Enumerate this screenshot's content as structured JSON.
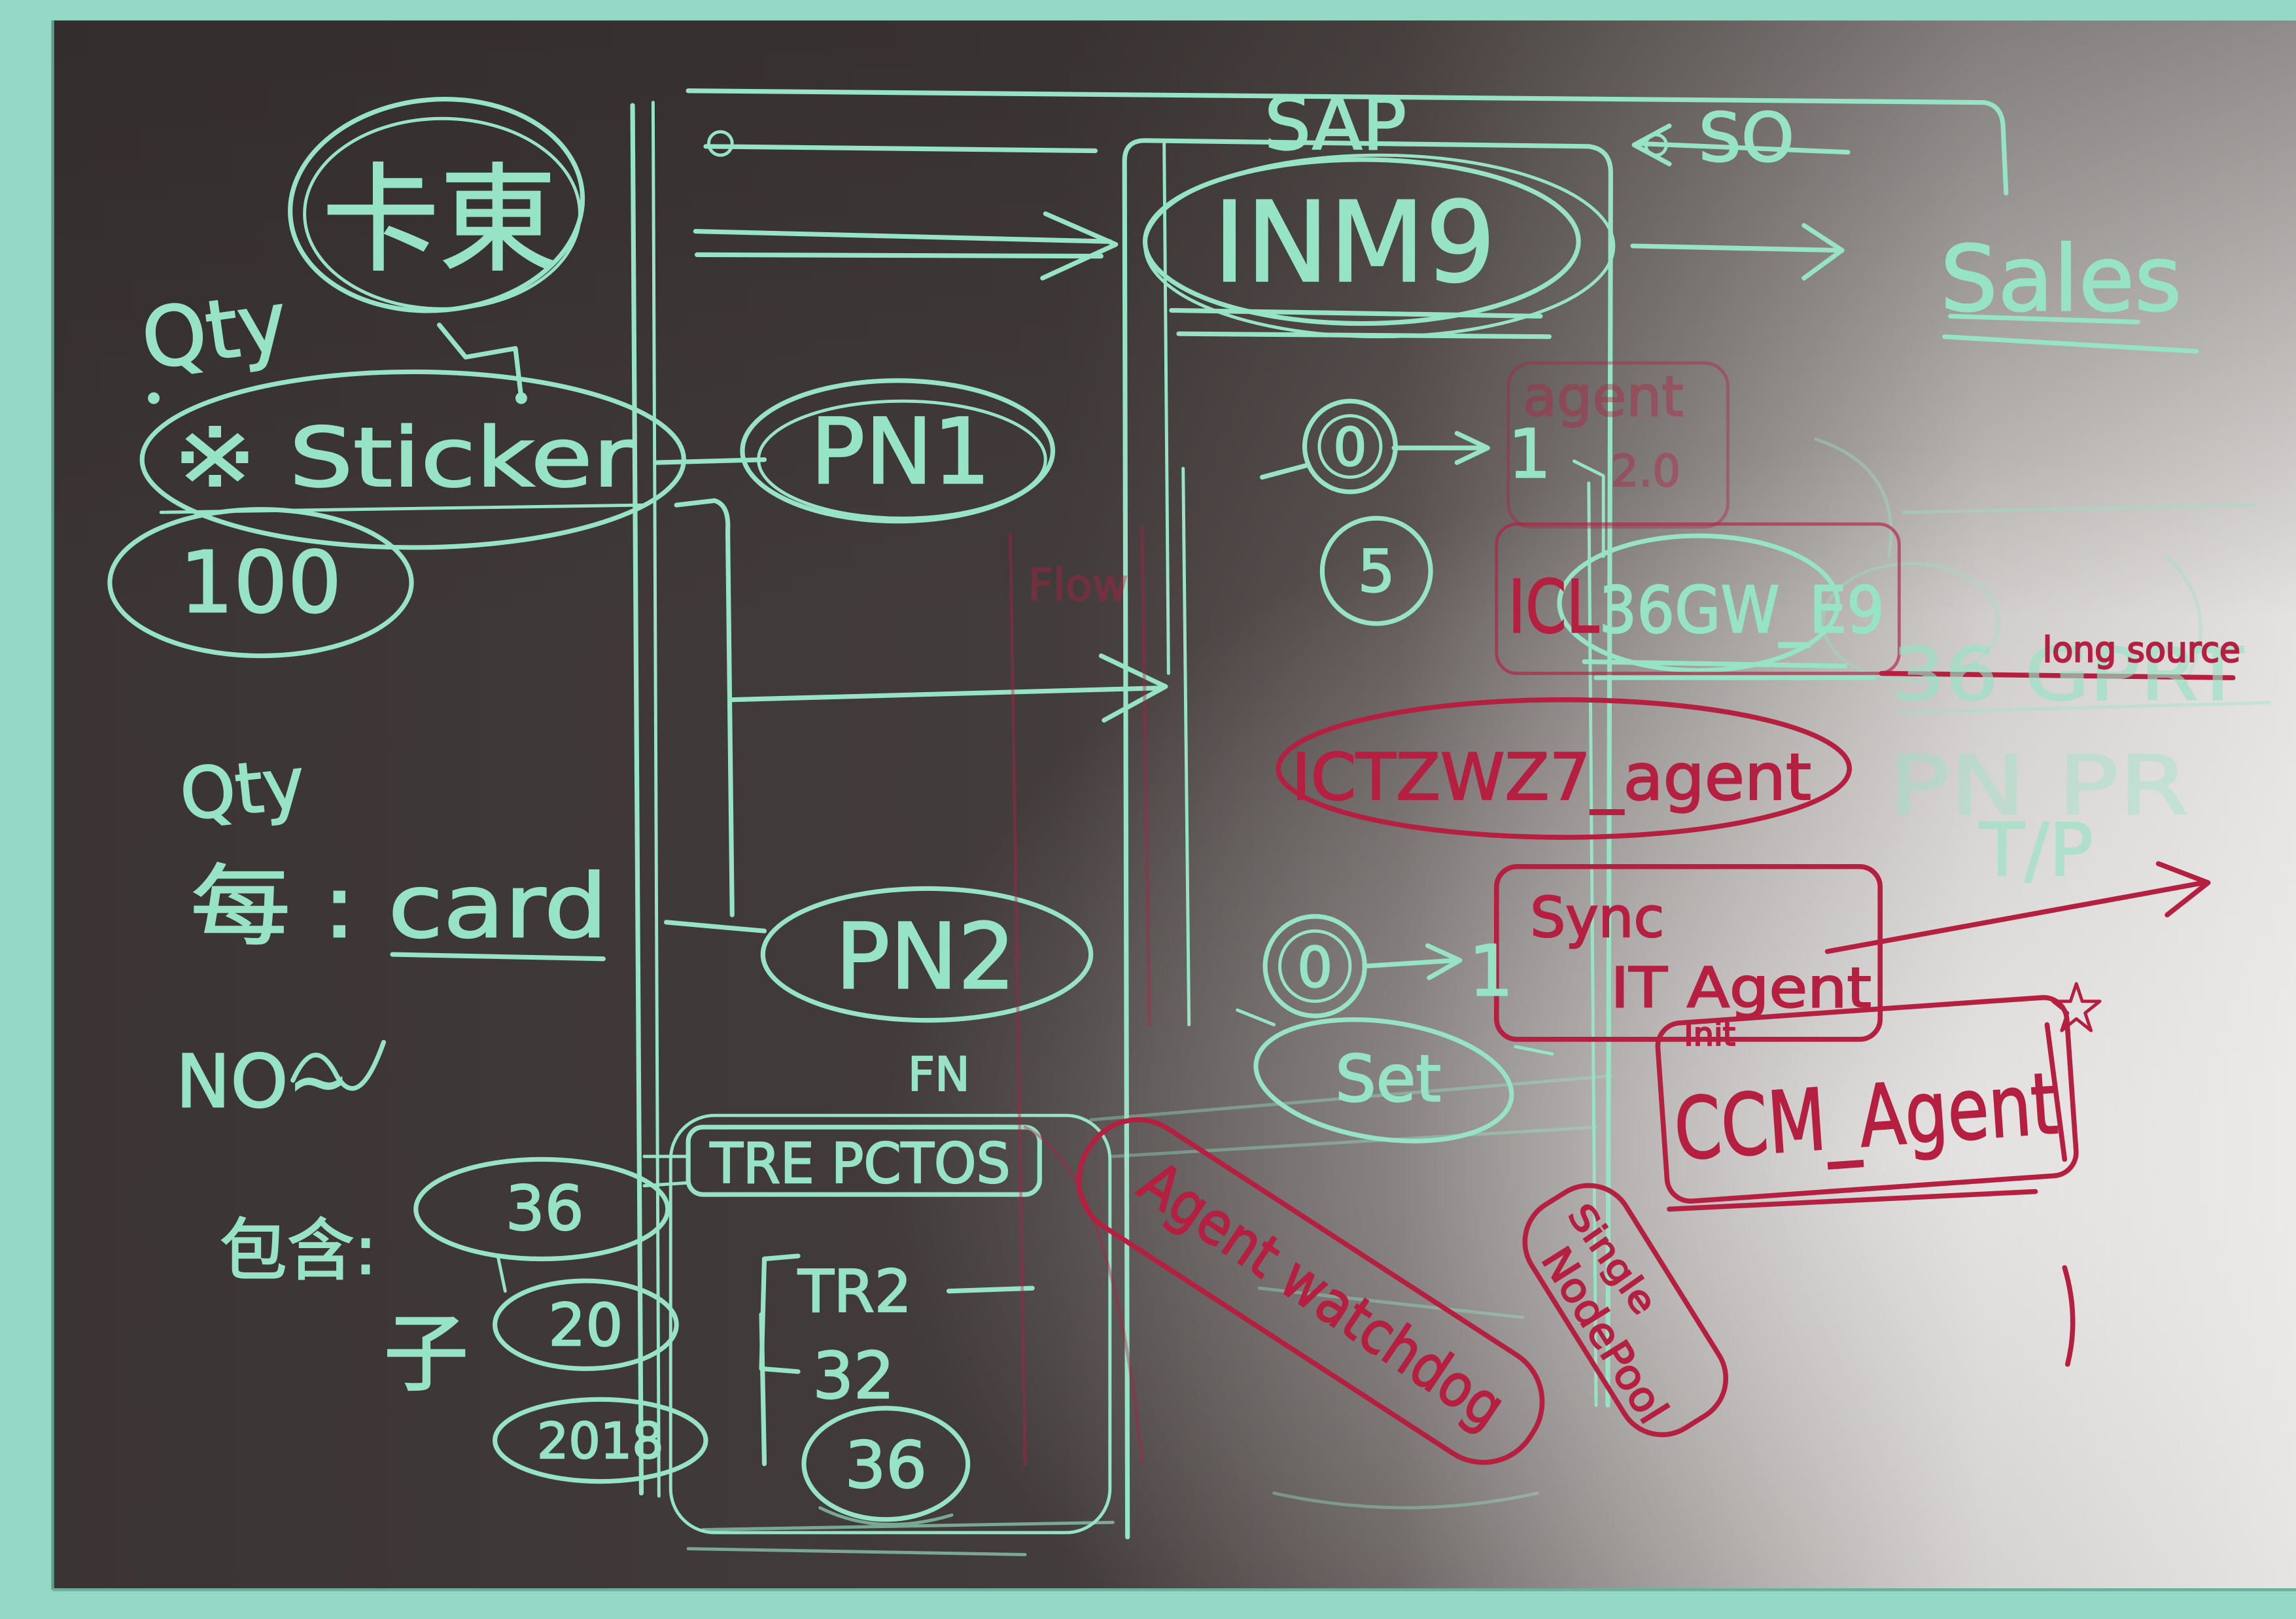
{
  "colors": {
    "frame": "#93d9c5",
    "board_dark": "#3b3434",
    "board_light": "#e2e0de",
    "green_marker": "#97e3c6",
    "red_marker": "#b51f40"
  },
  "green_notes": {
    "title_chars": "卡東",
    "qty_1": "Qty",
    "sticker": "※ Sticker",
    "hundred": "100",
    "qty_2": "Qty",
    "card": "每 : card",
    "no": "NO~",
    "includes": "包含:",
    "num_36_a": "36",
    "zi": "子",
    "num_20": "20",
    "year_2018": "2018",
    "tre_pctos": "TRE PCTOS",
    "tr2": "TR2",
    "num_32": "32",
    "num_36_b": "36",
    "pn1": "PN1",
    "pn2": "PN2",
    "fn": "FN",
    "sap": "SAP",
    "inm9": "INM9",
    "so": "SO",
    "sales": "Sales",
    "zero_a": "0",
    "one_a": "1",
    "five": "5",
    "zero_b": "0",
    "one_b": "1",
    "set": "Set",
    "gw": "36GW_E9",
    "gprt": "36 GPRT",
    "pn_pr": "PN PR",
    "tp": "T/P"
  },
  "red_notes": {
    "agent_top": "agent",
    "version": "2.0",
    "icl": "ICL",
    "long_source": "long source",
    "ictzwz7": "ICTZWZ7_agent",
    "sync": "Sync",
    "it_agent": "IT Agent",
    "init": "Init",
    "ccm_agent": "CCM_Agent",
    "watchdog": "Agent watchdog",
    "single": "Single",
    "nodepool": "NodePool",
    "flow": "Flow"
  }
}
